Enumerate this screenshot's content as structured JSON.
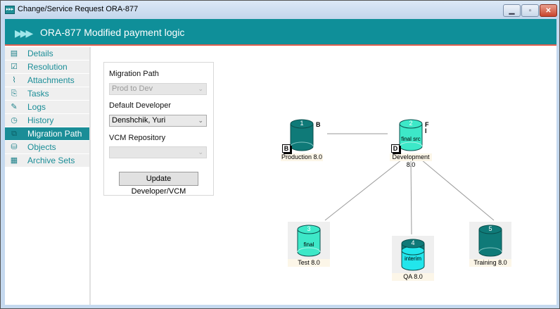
{
  "window": {
    "title": "Change/Service Request ORA-877",
    "icon": "app-arrows-icon",
    "controls": {
      "minimize": "minimize-icon",
      "maximize": "maximize-icon",
      "close": "close-icon"
    }
  },
  "header": {
    "icon": "triple-arrow-icon",
    "title": "ORA-877  Modified payment logic",
    "accent": "#0f8f99"
  },
  "sidebar": {
    "items": [
      {
        "label": "Details",
        "icon": "list-icon",
        "glyph": "▤",
        "active": false
      },
      {
        "label": "Resolution",
        "icon": "checked-doc-icon",
        "glyph": "☑",
        "active": false
      },
      {
        "label": "Attachments",
        "icon": "paperclip-icon",
        "glyph": "⌇",
        "active": false
      },
      {
        "label": "Tasks",
        "icon": "clipboard-icon",
        "glyph": "⎘",
        "active": false
      },
      {
        "label": "Logs",
        "icon": "log-edit-icon",
        "glyph": "✎",
        "active": false
      },
      {
        "label": "History",
        "icon": "clock-icon",
        "glyph": "◷",
        "active": false
      },
      {
        "label": "Migration Path",
        "icon": "migration-icon",
        "glyph": "⧉",
        "active": true
      },
      {
        "label": "Objects",
        "icon": "objects-icon",
        "glyph": "⛁",
        "active": false
      },
      {
        "label": "Archive Sets",
        "icon": "archive-icon",
        "glyph": "▦",
        "active": false
      }
    ]
  },
  "form": {
    "migration_path_label": "Migration Path",
    "migration_path_value": "Prod to Dev",
    "default_developer_label": "Default Developer",
    "default_developer_value": "Denshchik, Yuri",
    "vcm_repository_label": "VCM Repository",
    "vcm_repository_value": "",
    "update_button": "Update Developer/VCM"
  },
  "diagram": {
    "nodes": [
      {
        "id": "production",
        "number": "1",
        "label": "Production 8.0",
        "inner_text": "",
        "style": "dark",
        "badge": "B",
        "flags": [
          "B"
        ]
      },
      {
        "id": "development",
        "number": "2",
        "label": "Development 8.0",
        "inner_text": "final src",
        "style": "light",
        "badge": "D",
        "flags": [
          "F",
          "I"
        ]
      },
      {
        "id": "test",
        "number": "3",
        "label": "Test 8.0",
        "inner_text": "final",
        "style": "light",
        "badge": "",
        "flags": []
      },
      {
        "id": "qa",
        "number": "4",
        "label": "QA 8.0",
        "inner_text": "interim",
        "style": "split",
        "badge": "",
        "flags": []
      },
      {
        "id": "training",
        "number": "5",
        "label": "Training 8.0",
        "inner_text": "",
        "style": "dark",
        "badge": "",
        "flags": []
      }
    ],
    "edges": [
      [
        "production",
        "development"
      ],
      [
        "development",
        "test"
      ],
      [
        "development",
        "qa"
      ],
      [
        "development",
        "training"
      ]
    ],
    "colors": {
      "dark": "#0f7a78",
      "light": "#3de8c8",
      "cyan": "#22e6ec"
    }
  }
}
